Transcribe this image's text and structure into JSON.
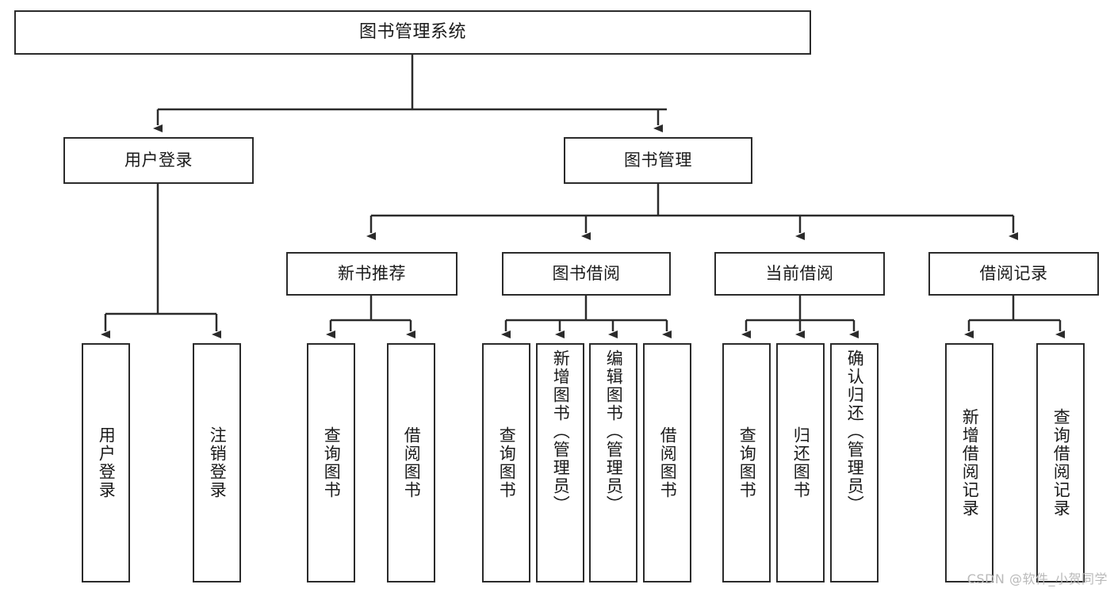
{
  "diagram": {
    "type": "tree-flowchart",
    "title": "图书管理系统",
    "watermark": "CSDN @软件_小贺同学",
    "colors": {
      "box_border": "#2b2b2b",
      "box_fill": "#ffffff",
      "connector": "#2b2b2b",
      "text": "#1a1a1a",
      "watermark": "#b9b9b9",
      "background": "#ffffff"
    },
    "root": {
      "label": "图书管理系统"
    },
    "level2": [
      {
        "label": "用户登录"
      },
      {
        "label": "图书管理"
      }
    ],
    "level3": [
      {
        "label": "新书推荐"
      },
      {
        "label": "图书借阅"
      },
      {
        "label": "当前借阅"
      },
      {
        "label": "借阅记录"
      }
    ],
    "leaves": {
      "user_login": [
        {
          "label": "用户登录"
        },
        {
          "label": "注销登录"
        }
      ],
      "new_book_recommend": [
        {
          "label": "查询图书"
        },
        {
          "label": "借阅图书"
        }
      ],
      "book_borrow": [
        {
          "label": "查询图书"
        },
        {
          "label": "新增图书（管理员）"
        },
        {
          "label": "编辑图书（管理员）"
        },
        {
          "label": "借阅图书"
        }
      ],
      "current_borrow": [
        {
          "label": "查询图书"
        },
        {
          "label": "归还图书"
        },
        {
          "label": "确认归还（管理员）"
        }
      ],
      "borrow_record": [
        {
          "label": "新增借阅记录"
        },
        {
          "label": "查询借阅记录"
        }
      ]
    }
  }
}
